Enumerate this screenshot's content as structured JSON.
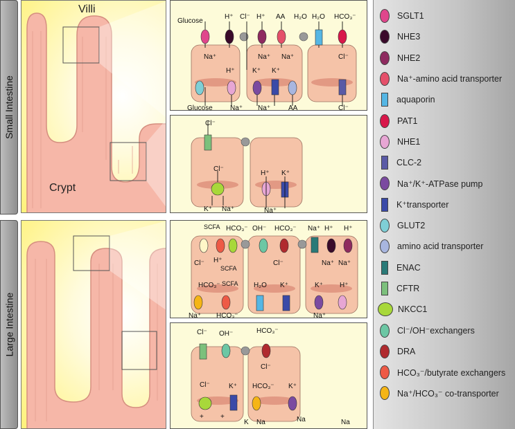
{
  "sections": {
    "small": "Small Intestine",
    "large": "Large Intestine"
  },
  "tissue_labels": {
    "villi": "Villi",
    "crypt": "Crypt"
  },
  "detail_labels": {
    "si_villi": {
      "glucose_top": "Glucose",
      "h1": "H⁺",
      "cl1": "Cl⁻",
      "h2": "H⁺",
      "aa_top": "AA",
      "h2o_a": "H₂O",
      "h2o_b": "H₂O",
      "hco3": "HCO₃⁻",
      "na1": "Na⁺",
      "na2": "Na⁺",
      "na3": "Na⁺",
      "cl2": "Cl⁻",
      "h3": "H⁺",
      "k1": "K⁺",
      "k2": "K⁺",
      "glucose_bot": "Glucose",
      "na4": "Na⁺",
      "na5": "Na⁺",
      "aa_bot": "AA",
      "cl3": "Cl⁻"
    },
    "si_crypt": {
      "cl_top": "Cl⁻",
      "cl_mid": "Cl⁻",
      "h": "H⁺",
      "k": "K⁺",
      "k_bot": "K⁺",
      "na_bot": "Na⁺",
      "na2": "Na⁺"
    },
    "li_surface": {
      "scfa1": "SCFA",
      "hco3_1": "HCO₃⁻",
      "oh": "OH⁻",
      "hco3_2": "HCO₃⁻",
      "na1": "Na⁺",
      "h1": "H⁺",
      "h2": "H⁺",
      "cl1": "Cl⁻",
      "h3": "H⁺",
      "scfa2": "SCFA",
      "cl2": "Cl⁻",
      "na2": "Na⁺",
      "na3": "Na⁺",
      "hco3_3": "HCO₃⁻",
      "scfa3": "SCFA",
      "h2o": "H₂O",
      "k1": "K⁺",
      "k2": "K⁺",
      "h4": "H⁺",
      "na4": "Na⁺",
      "hco3_4": "HCO₃⁻",
      "na5": "Na⁺"
    },
    "li_crypt": {
      "cl1": "Cl⁻",
      "oh": "OH⁻",
      "hco3_1": "HCO₃⁻",
      "cl2": "Cl⁻",
      "cl3": "Cl⁻",
      "k1": "K⁺",
      "hco3_2": "HCO₃⁻",
      "k2": "K⁺",
      "plus1": "+",
      "plus2": "+",
      "k3": "K",
      "na1": "Na",
      "na2": "Na",
      "na3": "Na"
    }
  },
  "legend": [
    {
      "label": "SGLT1",
      "color": "#e0468c",
      "shape": "oval"
    },
    {
      "label": "NHE3",
      "color": "#3a0a2a",
      "shape": "oval"
    },
    {
      "label": "NHE2",
      "color": "#8e2a5f",
      "shape": "oval"
    },
    {
      "label": "Na⁺-amino acid transporter",
      "color": "#e5506a",
      "shape": "oval"
    },
    {
      "label": "aquaporin",
      "color": "#55b6e4",
      "shape": "rect"
    },
    {
      "label": "PAT1",
      "color": "#d8174a",
      "shape": "oval"
    },
    {
      "label": "NHE1",
      "color": "#e7a6d4",
      "shape": "oval"
    },
    {
      "label": "CLC-2",
      "color": "#5a5aa6",
      "shape": "rect"
    },
    {
      "label": "Na⁺/K⁺-ATPase pump",
      "color": "#7b4aa0",
      "shape": "oval"
    },
    {
      "label": "K⁺transporter",
      "color": "#3a4aa8",
      "shape": "rect"
    },
    {
      "label": "GLUT2",
      "color": "#7fcfd6",
      "shape": "oval"
    },
    {
      "label": "amino acid transporter",
      "color": "#a8b6df",
      "shape": "oval"
    },
    {
      "label": "ENAC",
      "color": "#2a7a78",
      "shape": "rect"
    },
    {
      "label": "CFTR",
      "color": "#7cc07c",
      "shape": "rect"
    },
    {
      "label": "NKCC1",
      "color": "#a8d83a",
      "shape": "circle"
    },
    {
      "label": "Cl⁻/OH⁻exchangers",
      "color": "#6cc7a4",
      "shape": "oval"
    },
    {
      "label": "DRA",
      "color": "#b02a2e",
      "shape": "oval"
    },
    {
      "label": "HCO₃⁻/butyrate exchangers",
      "color": "#ee5a46",
      "shape": "oval"
    },
    {
      "label": "Na⁺/HCO₃⁻ co-transporter",
      "color": "#f5b516",
      "shape": "oval"
    }
  ]
}
